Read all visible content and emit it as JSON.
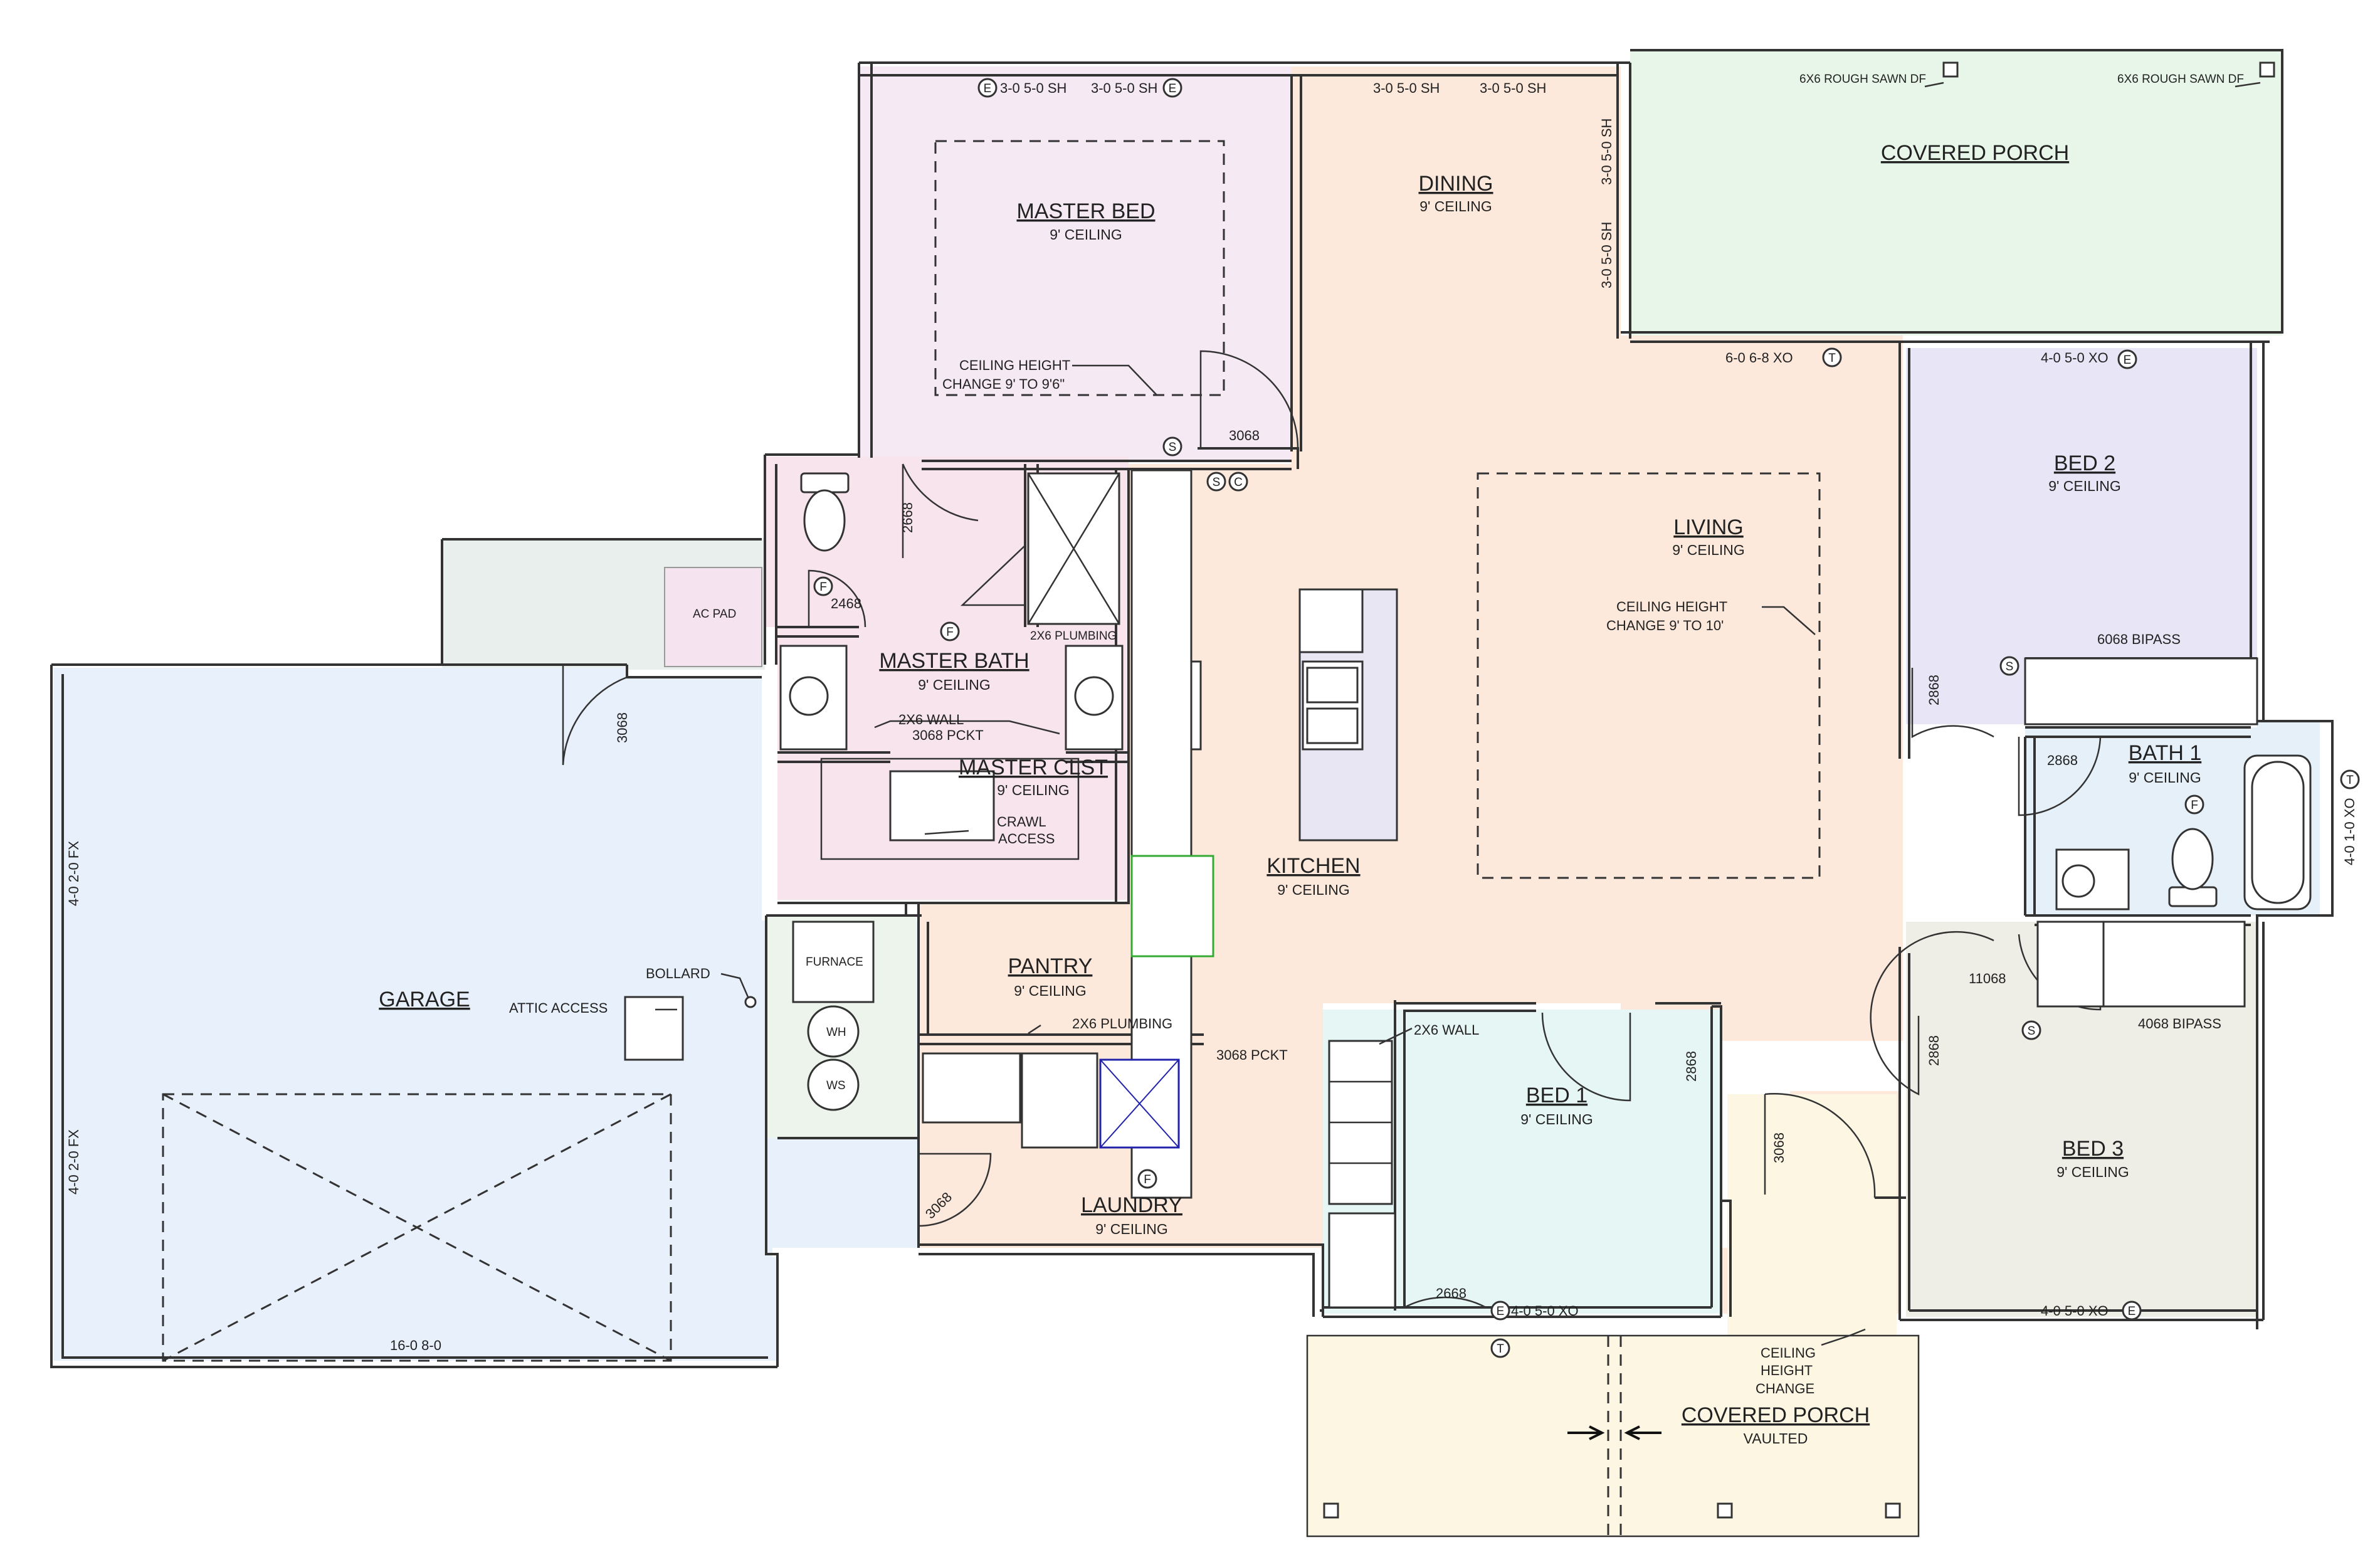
{
  "rooms": {
    "master_bed": {
      "title": "MASTER BED",
      "ceiling": "9' CEILING"
    },
    "dining": {
      "title": "DINING",
      "ceiling": "9' CEILING"
    },
    "covered_porch_rear": {
      "title": "COVERED PORCH"
    },
    "living": {
      "title": "LIVING",
      "ceiling": "9' CEILING"
    },
    "bed2": {
      "title": "BED 2",
      "ceiling": "9' CEILING"
    },
    "bath1": {
      "title": "BATH 1",
      "ceiling": "9' CEILING"
    },
    "bed3": {
      "title": "BED 3",
      "ceiling": "9' CEILING"
    },
    "master_bath": {
      "title": "MASTER BATH",
      "ceiling": "9' CEILING"
    },
    "master_clst": {
      "title": "MASTER CLST",
      "ceiling": "9' CEILING"
    },
    "kitchen": {
      "title": "KITCHEN",
      "ceiling": "9' CEILING"
    },
    "pantry": {
      "title": "PANTRY",
      "ceiling": "9' CEILING"
    },
    "laundry": {
      "title": "LAUNDRY",
      "ceiling": "9' CEILING"
    },
    "garage": {
      "title": "GARAGE"
    },
    "bed1": {
      "title": "BED 1",
      "ceiling": "9' CEILING"
    },
    "covered_porch_front": {
      "title": "COVERED PORCH",
      "sub": "VAULTED"
    }
  },
  "windows": {
    "w1": "3-0 5-0 SH",
    "w2": "3-0 5-0 SH",
    "w3": "3-0 5-0 SH",
    "w4": "3-0 5-0 SH",
    "w5": "3-0 5-0 SH",
    "w6": "3-0 5-0 SH",
    "w7": "6-0 6-8 XO",
    "w8": "4-0 5-0 XO",
    "w9": "4-0 1-0 XO",
    "w10": "4-0 5-0 XO",
    "w11": "4-0 5-0 XO",
    "w12": "4-0 2-0 FX",
    "w13": "4-0 2-0 FX"
  },
  "doors": {
    "d3068_master": "3068",
    "d2668_mbath": "2668",
    "d2468": "2468",
    "d3068_pckt": "3068 PCKT",
    "d3068_garage": "3068",
    "d3068_laundry": "3068",
    "d3068_pckt_bed1": "3068 PCKT",
    "d2868_bed1": "2868",
    "d2668_bed1": "2668",
    "d3068_entry": "3068",
    "d2868_bed2": "2868",
    "d2868_bath": "2868",
    "d11068": "11068",
    "d2868_bed3": "2868",
    "bipass1": "6068 BIPASS",
    "bipass2": "4068 BIPASS",
    "garage_door": "16-0 8-0"
  },
  "notes": {
    "post1": "6X6 ROUGH SAWN DF",
    "post2": "6X6 ROUGH SAWN DF",
    "ceiling_master_1": "CEILING HEIGHT",
    "ceiling_master_2": "CHANGE 9' TO 9'6\"",
    "ceiling_living_1": "CEILING HEIGHT",
    "ceiling_living_2": "CHANGE 9' TO 10'",
    "ceiling_porch_1": "CEILING",
    "ceiling_porch_2": "HEIGHT",
    "ceiling_porch_3": "CHANGE",
    "plumb_shower": "2X6 PLUMBING",
    "wall_mbath": "2X6 WALL",
    "crawl_1": "CRAWL",
    "crawl_2": "ACCESS",
    "plumb_pantry": "2X6 PLUMBING",
    "wall_bed1": "2X6 WALL",
    "bollard": "BOLLARD",
    "attic": "ATTIC ACCESS",
    "ac_pad": "AC PAD",
    "furnace": "FURNACE",
    "wh": "WH",
    "ws": "WS"
  },
  "markers": {
    "E": "E",
    "S": "S",
    "C": "C",
    "F": "F",
    "T": "T"
  },
  "colors": {
    "master_bed": "#f5e9f4",
    "dining_living": "#fde9dc",
    "porch_rear": "#e8f6ea",
    "bed2": "#e8e6f6",
    "bath1": "#e6f0f9",
    "bed3": "#efeee6",
    "master_bath": "#f7e4ec",
    "garage": "#e8f0fb",
    "bed1": "#e6f6f4",
    "porch_front": "#fcf6e3",
    "mech": "#ecf4ec",
    "ac": "#e9efec",
    "ac_pad": "#f5e4ef",
    "wall": "#333333"
  }
}
